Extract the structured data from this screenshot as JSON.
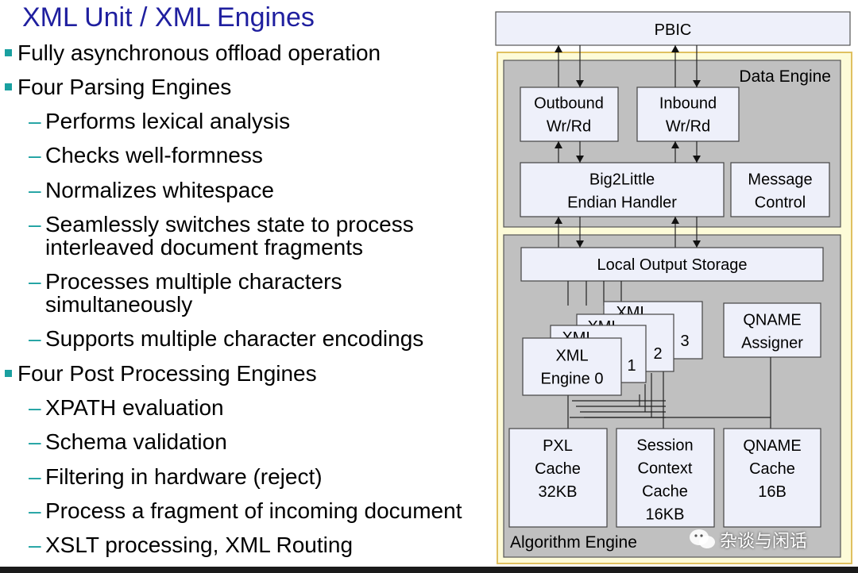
{
  "slide": {
    "title": "XML Unit / XML Engines",
    "bullets": [
      {
        "text": "Fully asynchronous offload operation",
        "subs": []
      },
      {
        "text": "Four Parsing Engines",
        "subs": [
          [
            "Performs lexical analysis"
          ],
          [
            "Checks well-formness"
          ],
          [
            "Normalizes whitespace"
          ],
          [
            "Seamlessly switches state to process",
            "interleaved document fragments"
          ],
          [
            "Processes multiple characters",
            "simultaneously"
          ],
          [
            "Supports multiple character encodings"
          ]
        ]
      },
      {
        "text": "Four Post Processing Engines",
        "subs": [
          [
            "XPATH evaluation"
          ],
          [
            "Schema validation"
          ],
          [
            "Filtering in hardware (reject)"
          ],
          [
            "Process a fragment of incoming document"
          ],
          [
            "XSLT processing,   XML Routing"
          ]
        ]
      }
    ],
    "dash": "–"
  },
  "diagram": {
    "pbic": "PBIC",
    "data_engine": "Data Engine",
    "outbound": [
      "Outbound",
      "Wr/Rd"
    ],
    "inbound": [
      "Inbound",
      "Wr/Rd"
    ],
    "big2little": [
      "Big2Little",
      "Endian Handler"
    ],
    "message_control": [
      "Message",
      "Control"
    ],
    "local_output_storage": "Local Output Storage",
    "xml_engine": [
      "XML",
      "Engine 0"
    ],
    "engine_numbers": [
      "1",
      "2",
      "3"
    ],
    "stack_back_label": "XML",
    "qname_assigner": [
      "QNAME",
      "Assigner"
    ],
    "pxl_cache": [
      "PXL",
      "Cache",
      "32KB"
    ],
    "session_cache": [
      "Session",
      "Context",
      "Cache",
      "16KB"
    ],
    "qname_cache": [
      "QNAME",
      "Cache",
      "16B"
    ],
    "algorithm_engine": "Algorithm Engine"
  },
  "watermark": "杂谈与闲话",
  "colors": {
    "title": "#1f1f9f",
    "bullet_square": "#1aa0a0",
    "dash": "#1aa0a0",
    "box_fill": "#eef0fa",
    "gray_panel": "#c0c0c0",
    "outer_panel": "#fdfbd8",
    "outer_border": "#e0c060"
  }
}
